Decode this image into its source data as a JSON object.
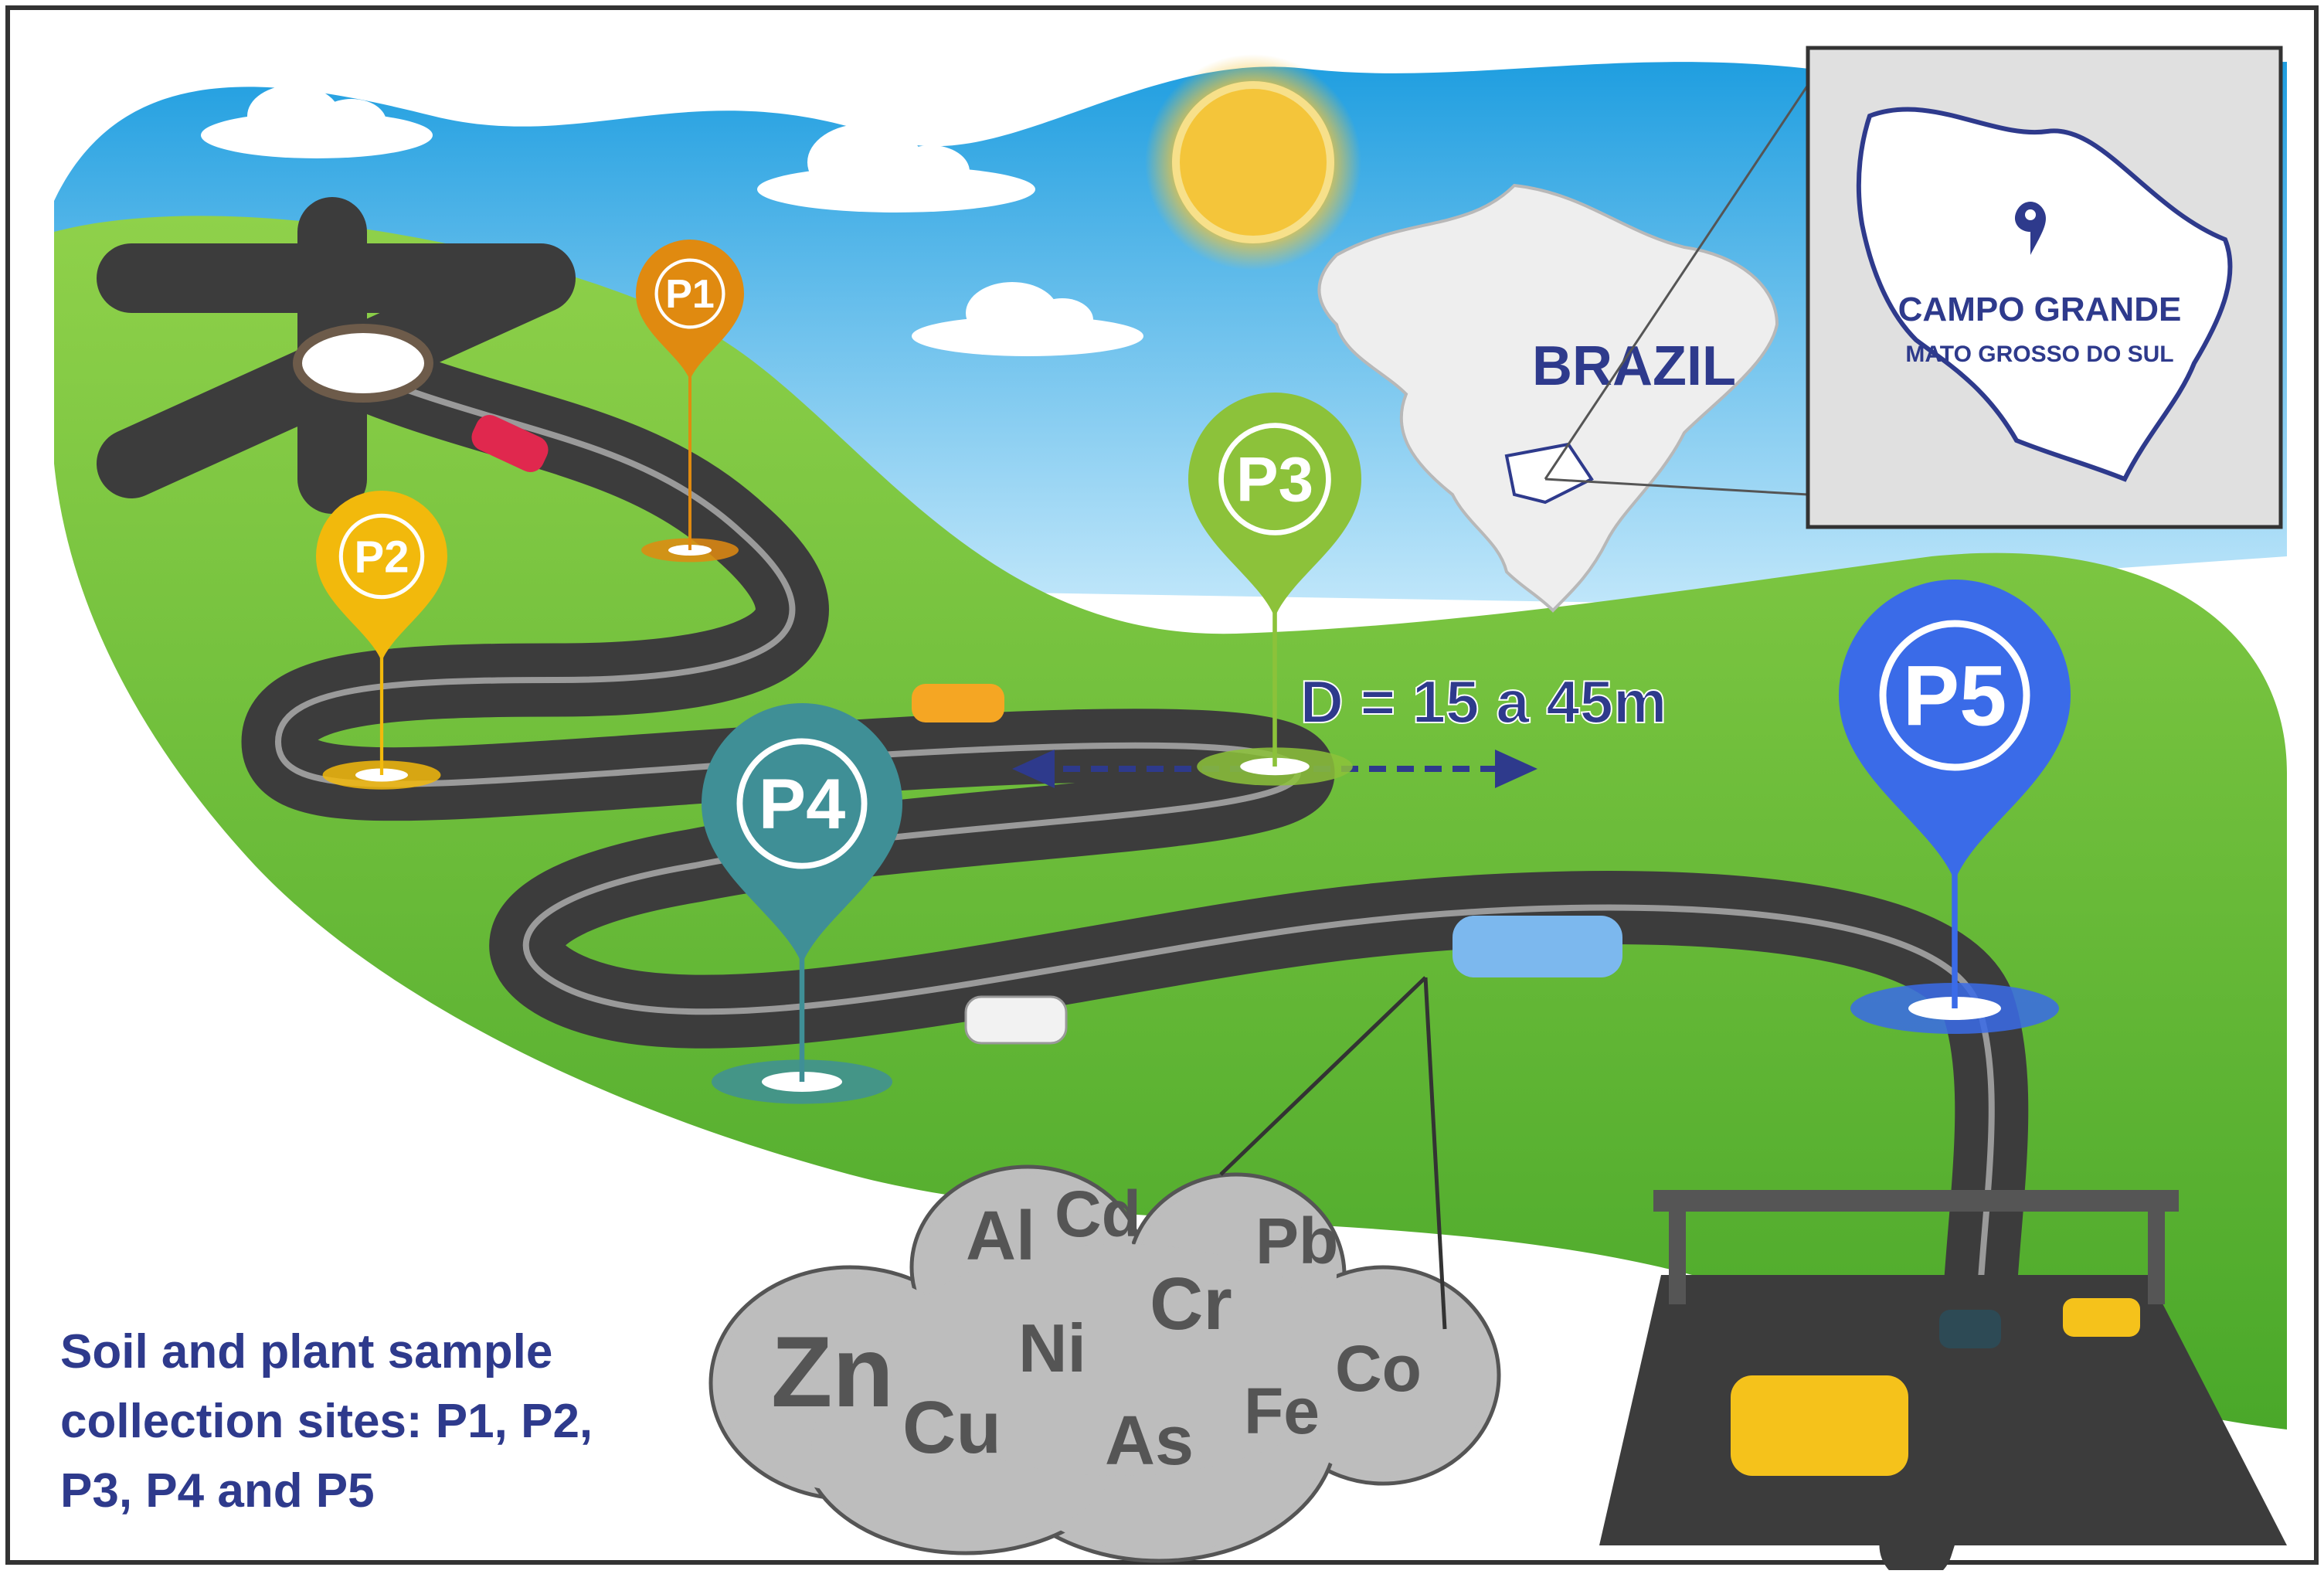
{
  "pins": [
    {
      "id": "P1",
      "label": "P1",
      "color": "#e08a10"
    },
    {
      "id": "P2",
      "label": "P2",
      "color": "#f2b90c"
    },
    {
      "id": "P3",
      "label": "P3",
      "color": "#8cc23a"
    },
    {
      "id": "P4",
      "label": "P4",
      "color": "#3f8f96"
    },
    {
      "id": "P5",
      "label": "P5",
      "color": "#3a6be8"
    }
  ],
  "distance_label": "D = 15 a 45m",
  "country_label": "BRAZIL",
  "inset": {
    "city": "CAMPO GRANDE",
    "state": "MATO GROSSO DO SUL"
  },
  "metals": [
    "Al",
    "Cd",
    "Pb",
    "Cr",
    "Ni",
    "Zn",
    "Cu",
    "As",
    "Fe",
    "Co"
  ],
  "caption_lines": [
    "Soil and plant sample",
    "collection sites: P1, P2,",
    "P3, P4 and P5"
  ],
  "colors": {
    "sky": "#3aaee8",
    "grass": "#5cb82e",
    "road": "#3c3c3c",
    "cloud": "#bdbdbd",
    "caption": "#2e3a8c",
    "border": "#333333"
  }
}
